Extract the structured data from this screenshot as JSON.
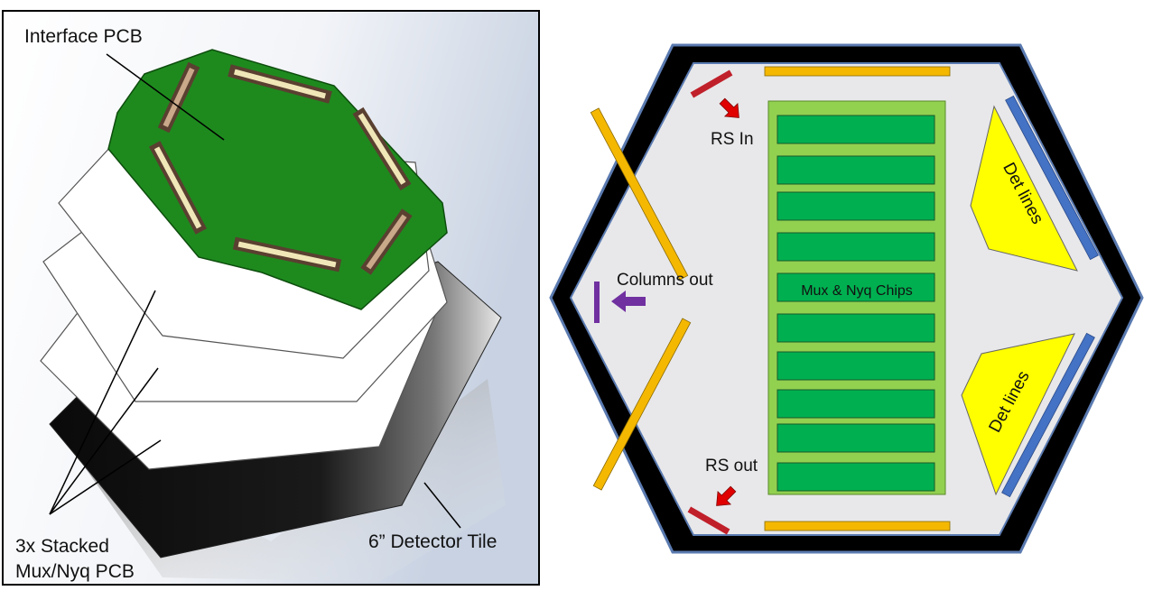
{
  "left_panel": {
    "labels": {
      "interface_pcb": "Interface PCB",
      "stacked_line1": "3x Stacked",
      "stacked_line2": "Mux/Nyq PCB",
      "detector_tile": "6” Detector Tile"
    }
  },
  "right_panel": {
    "labels": {
      "rs_in": "RS In",
      "rs_out": "RS out",
      "columns_out": "Columns out",
      "chips": "Mux & Nyq Chips",
      "det_lines_top": "Det lines",
      "det_lines_bottom": "Det lines"
    }
  },
  "colors": {
    "pcb_green": "#1e8a1e",
    "chip_green": "#00b050",
    "chip_board": "#92d050",
    "trace_orange": "#f5b800",
    "det_blue": "#4472c4",
    "det_yellow": "#ffff00",
    "arrow_red": "#e00000",
    "arrow_purple": "#7030a0",
    "frame_black": "#000000",
    "frame_border": "#5a7ab0",
    "inner_gray": "#e8e8ea"
  }
}
